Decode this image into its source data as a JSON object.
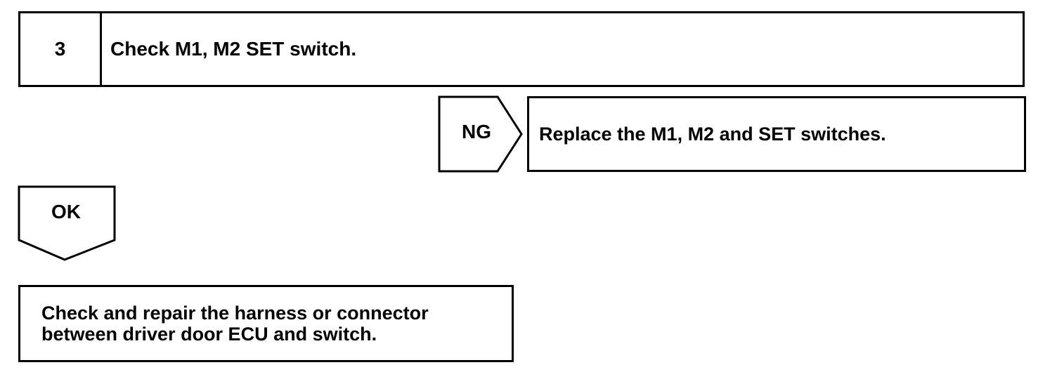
{
  "step": {
    "number": "3",
    "title": "Check M1, M2 SET switch."
  },
  "ng": {
    "label": "NG",
    "result": "Replace the M1, M2 and SET switches."
  },
  "ok": {
    "label": "OK",
    "result_lines": [
      "Check and repair the harness or connector",
      "between driver door ECU and switch."
    ]
  }
}
